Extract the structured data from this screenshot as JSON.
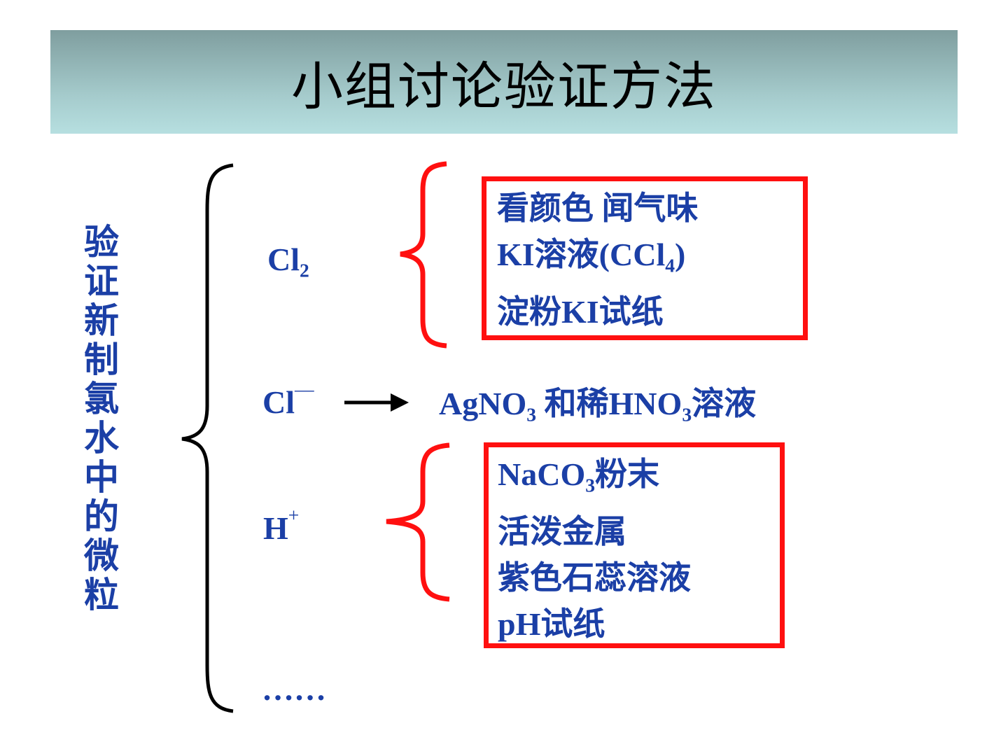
{
  "title": "小组讨论验证方法",
  "side_label": [
    "验",
    "证",
    "新",
    "制",
    "氯",
    "水",
    "中",
    "的",
    "微",
    "粒"
  ],
  "species": {
    "cl2": {
      "base": "Cl",
      "sub": "2"
    },
    "cl_minus": {
      "base": "Cl",
      "sup": "—"
    },
    "h_plus": {
      "base": "H",
      "sup": "+"
    },
    "ellipsis": "……"
  },
  "cl2_box": {
    "line1": "看颜色 闻气味",
    "line2_a": "KI溶液(CCl",
    "line2_sub": "4",
    "line2_b": ")",
    "line3": "淀粉KI试纸"
  },
  "cl_minus_row": {
    "arrow": "→",
    "part_a": "AgNO",
    "sub_a": "3",
    "part_b": " 和稀HNO",
    "sub_b": "3",
    "part_c": "溶液"
  },
  "h_box": {
    "line1_a": "NaCO",
    "line1_sub": "3",
    "line1_b": "粉末",
    "line2": "活泼金属",
    "line3": "紫色石蕊溶液",
    "line4": "pH试纸"
  },
  "colors": {
    "text_blue": "#1b3fa6",
    "box_red": "#ff1010",
    "brace_red": "#ff1010",
    "brace_black": "#000000"
  }
}
